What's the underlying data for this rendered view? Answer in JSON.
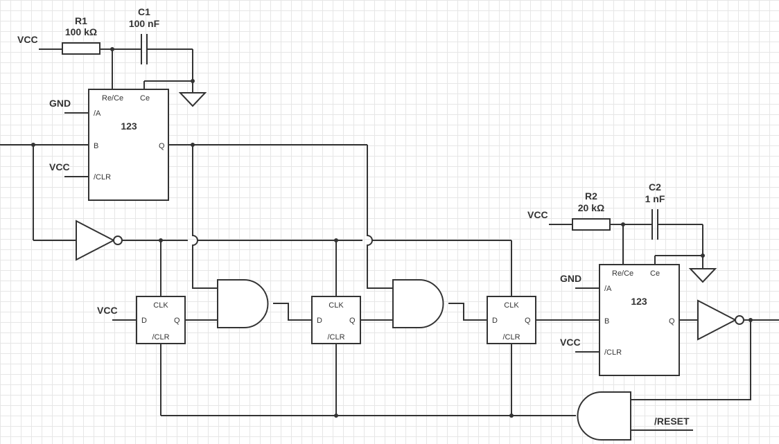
{
  "labels": {
    "vcc": "VCC",
    "gnd": "GND",
    "reset": "/RESET"
  },
  "components": {
    "r1": {
      "ref": "R1",
      "value": "100 kΩ"
    },
    "c1": {
      "ref": "C1",
      "value": "100 nF"
    },
    "r2": {
      "ref": "R2",
      "value": "20 kΩ"
    },
    "c2": {
      "ref": "C2",
      "value": "1 nF"
    }
  },
  "monostable": {
    "part": "123",
    "pins": {
      "rece": "Re/Ce",
      "ce": "Ce",
      "a": "/A",
      "b": "B",
      "q": "Q",
      "clr": "/CLR"
    }
  },
  "flipflop": {
    "pins": {
      "clk": "CLK",
      "d": "D",
      "q": "Q",
      "clr": "/CLR"
    }
  },
  "colors": {
    "stroke": "#333333",
    "grid": "#e6e6e6",
    "background": "#ffffff"
  }
}
